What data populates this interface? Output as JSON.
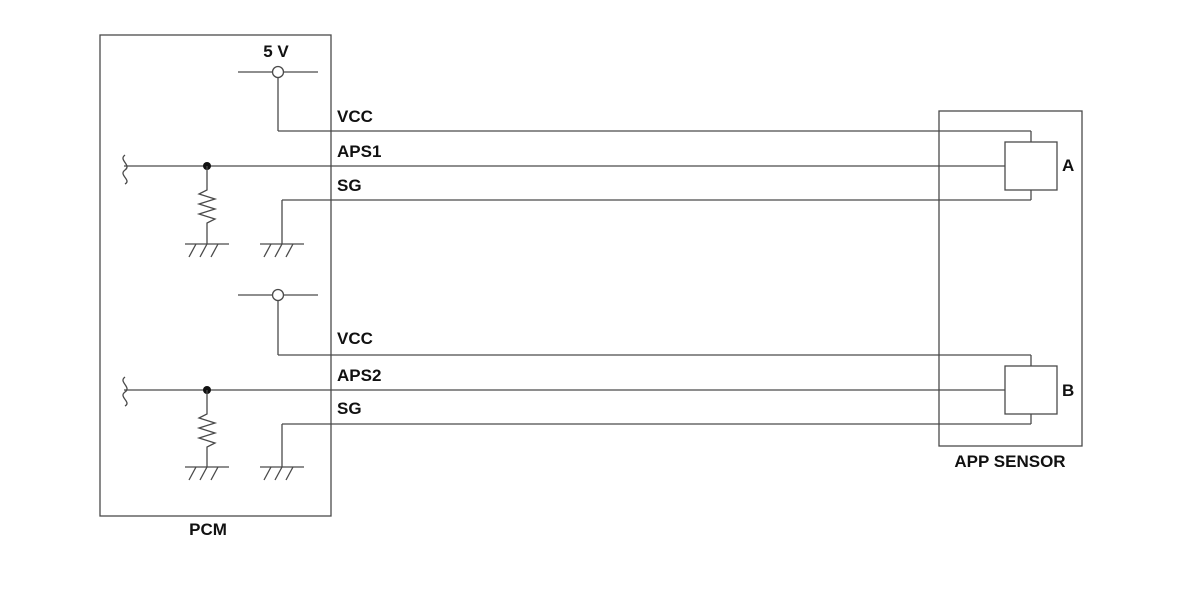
{
  "diagram": {
    "pcm_label": "PCM",
    "sensor_label": "APP SENSOR",
    "supply_label": "5 V",
    "element_a_label": "A",
    "element_b_label": "B",
    "circuit1": {
      "vcc": "VCC",
      "signal": "APS1",
      "ground": "SG"
    },
    "circuit2": {
      "vcc": "VCC",
      "signal": "APS2",
      "ground": "SG"
    }
  }
}
